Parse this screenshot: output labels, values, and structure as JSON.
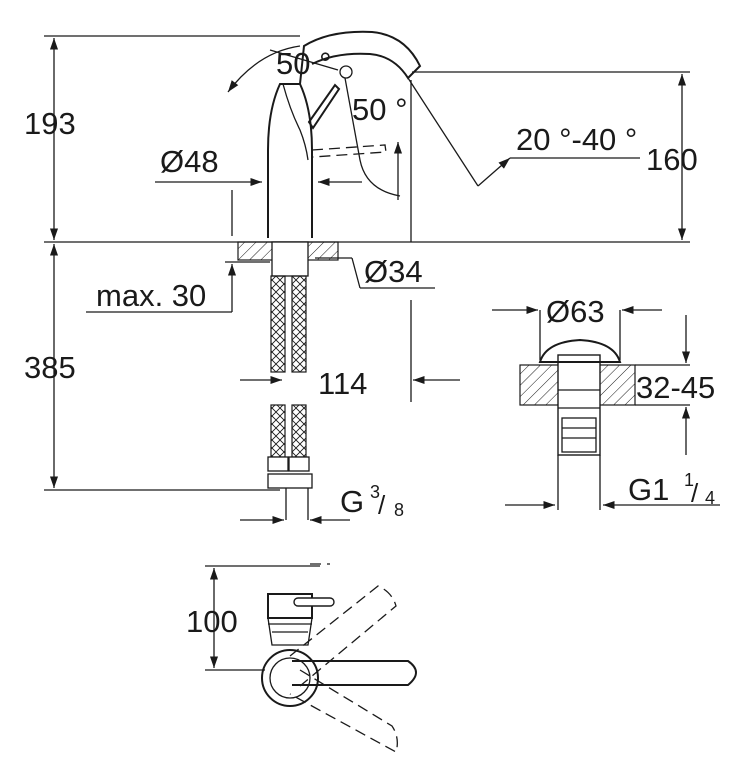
{
  "dimensions": {
    "height_total": "193",
    "angle_spout": "50 °",
    "angle_lever": "50 °",
    "swivel_angle": "20 °-40 °",
    "height_spout": "160",
    "body_diameter": "Ø48",
    "hole_diameter": "Ø34",
    "max_thickness": "max. 30",
    "hose_length": "385",
    "projection": "114",
    "connection_prefix": "G",
    "connection_num": "3",
    "connection_den": "8",
    "waste_diameter": "Ø63",
    "waste_range": "32-45",
    "waste_thread_prefix": "G1",
    "waste_thread_num": "1",
    "waste_thread_den": "4",
    "top_view_dim": "100"
  }
}
